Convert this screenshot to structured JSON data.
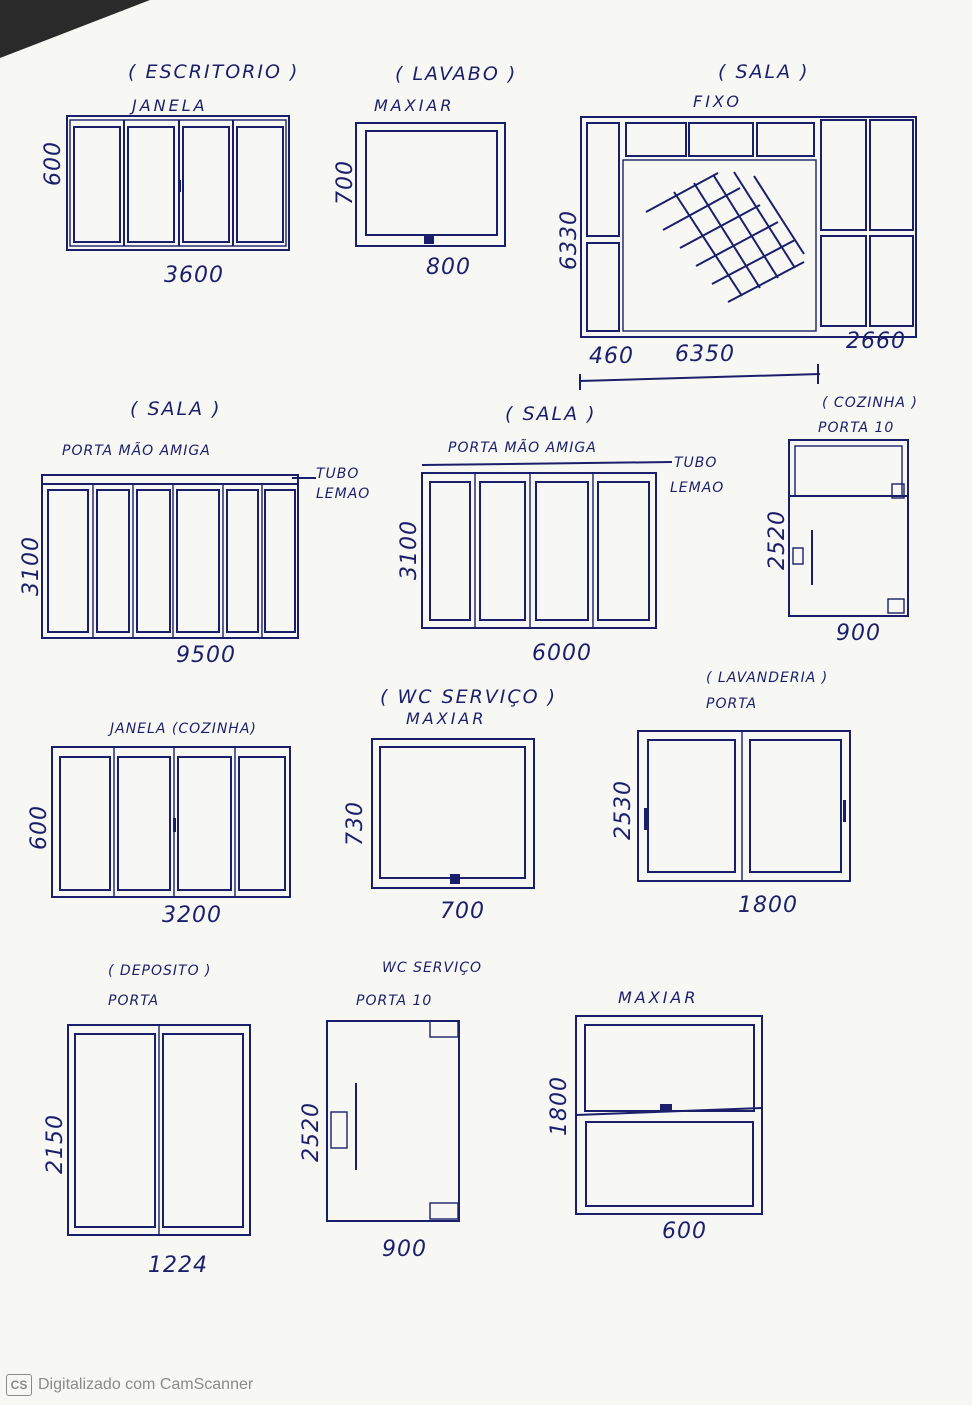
{
  "drawings": {
    "escritorio": {
      "room": "( ESCRITORIO )",
      "type": "JANELA",
      "height": "600",
      "width": "3600"
    },
    "lavabo": {
      "room": "( LAVABO )",
      "type": "MAXIAR",
      "height": "700",
      "width": "800"
    },
    "sala_fixo": {
      "room": "( SALA )",
      "type": "FIXO",
      "height": "6330",
      "width_left": "460",
      "width_mid": "6350",
      "width_right": "2660"
    },
    "sala_porta_1": {
      "room": "( SALA )",
      "type": "PORTA MÃO AMIGA",
      "note_1": "TUBO",
      "note_2": "LEMAO",
      "height": "3100",
      "width": "9500"
    },
    "sala_porta_2": {
      "room": "( SALA )",
      "type": "PORTA MÃO AMIGA",
      "note_1": "TUBO",
      "note_2": "LEMAO",
      "height": "3100",
      "width": "6000"
    },
    "cozinha_porta": {
      "room": "( COZINHA )",
      "type": "PORTA 10",
      "height": "2520",
      "width": "900"
    },
    "janela_cozinha": {
      "label": "JANELA (COZINHA)",
      "height": "600",
      "width": "3200"
    },
    "wc_servico": {
      "room": "( WC SERVIÇO )",
      "type": "MAXIAR",
      "height": "730",
      "width": "700"
    },
    "lavanderia": {
      "room": "( LAVANDERIA )",
      "type": "PORTA",
      "height": "2530",
      "width": "1800"
    },
    "deposito": {
      "room": "( DEPOSITO )",
      "type": "PORTA",
      "height": "2150",
      "width": "1224"
    },
    "wc_servico_porta": {
      "room": "WC SERVIÇO",
      "type": "PORTA 10",
      "height": "2520",
      "width": "900"
    },
    "maxiar_final": {
      "type": "MAXIAR",
      "height": "1800",
      "width": "600"
    }
  },
  "footer": {
    "logo": "CS",
    "text": "Digitalizado com CamScanner"
  },
  "colors": {
    "ink": "#1b1f6b",
    "paper": "#f7f7f4",
    "footer": "#8a8a8a"
  }
}
